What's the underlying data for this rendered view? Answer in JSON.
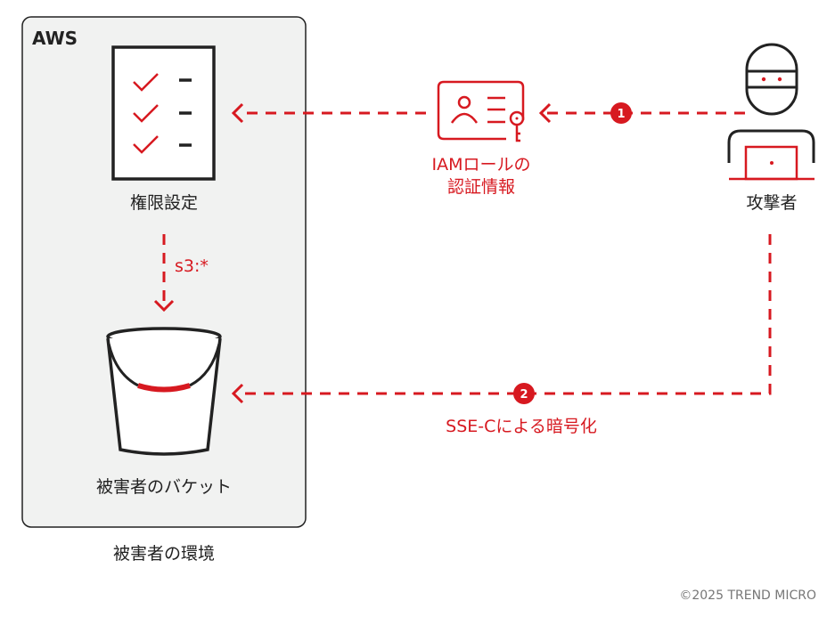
{
  "aws_box": {
    "title": "AWS",
    "caption": "被害者の環境"
  },
  "permissions": {
    "label": "権限設定",
    "arrow_label": "s3:*"
  },
  "bucket": {
    "label": "被害者のバケット"
  },
  "credentials": {
    "label_line1": "IAMロールの",
    "label_line2": "認証情報"
  },
  "attacker": {
    "label": "攻撃者"
  },
  "steps": [
    {
      "number": "1"
    },
    {
      "number": "2",
      "label": "SSE-Cによる暗号化"
    }
  ],
  "copyright": "©2025 TREND MICRO",
  "colors": {
    "accent": "#d71920",
    "box_fill": "#f1f2f1",
    "stroke": "#222222"
  }
}
